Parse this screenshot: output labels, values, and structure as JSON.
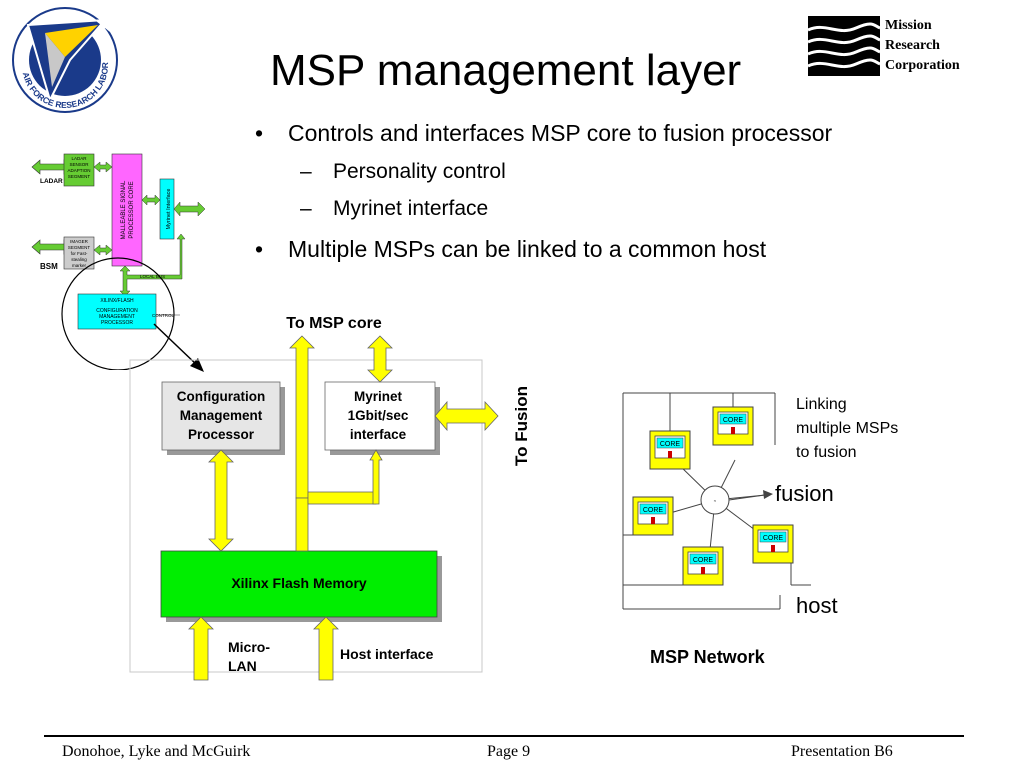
{
  "slide": {
    "title": "MSP management layer",
    "bullets": [
      {
        "text": "Controls and interfaces MSP core to fusion processor",
        "subs": [
          "Personality control",
          "Myrinet interface"
        ]
      },
      {
        "text": "Multiple MSPs can be linked to a common host",
        "subs": []
      }
    ]
  },
  "logo_right": {
    "line1": "Mission",
    "line2": "Research",
    "line3": "Corporation"
  },
  "logo_left": {
    "text": "AIR FORCE RESEARCH LABORATORY"
  },
  "mini_diagram": {
    "ladar_segment": [
      "LADAR",
      "SENSOR",
      "ADAPTION",
      "SEGMENT"
    ],
    "ladar_label": "LADAR",
    "imager_segment": [
      "IMAGER",
      "SEGMENT",
      "for Fast-",
      "stealing",
      "marker"
    ],
    "bsm_label": "BSM",
    "core": [
      "MALLEABLE SIGNAL",
      "PROCESSOR CORE"
    ],
    "myrinet": "Myrinet Interface",
    "local_bus": "LOCAL BUS",
    "config": [
      "XILINX/FLASH",
      "CONFIGURATION",
      "MANAGEMENT",
      "PROCESSOR"
    ],
    "control": "CONTROL"
  },
  "block_diagram": {
    "to_msp_core": "To MSP core",
    "to_fusion": "To Fusion",
    "config_processor": [
      "Configuration",
      "Management",
      "Processor"
    ],
    "myrinet": [
      "Myrinet",
      "1Gbit/sec",
      "interface"
    ],
    "flash": "Xilinx Flash Memory",
    "micro_lan": [
      "Micro-",
      "LAN"
    ],
    "host_interface": "Host interface"
  },
  "network": {
    "core_label": "CORE",
    "linking": [
      "Linking",
      "multiple MSPs",
      "to fusion"
    ],
    "fusion": "fusion",
    "host": "host",
    "caption": "MSP Network"
  },
  "footer": {
    "authors": "Donohoe, Lyke and McGuirk",
    "page": "Page 9",
    "presentation": "Presentation B6"
  },
  "colors": {
    "yellow": "#ffff00",
    "green": "#00ee00",
    "cyan": "#00ffff",
    "magenta": "#ff66ff",
    "mini_green": "#66cc33"
  }
}
